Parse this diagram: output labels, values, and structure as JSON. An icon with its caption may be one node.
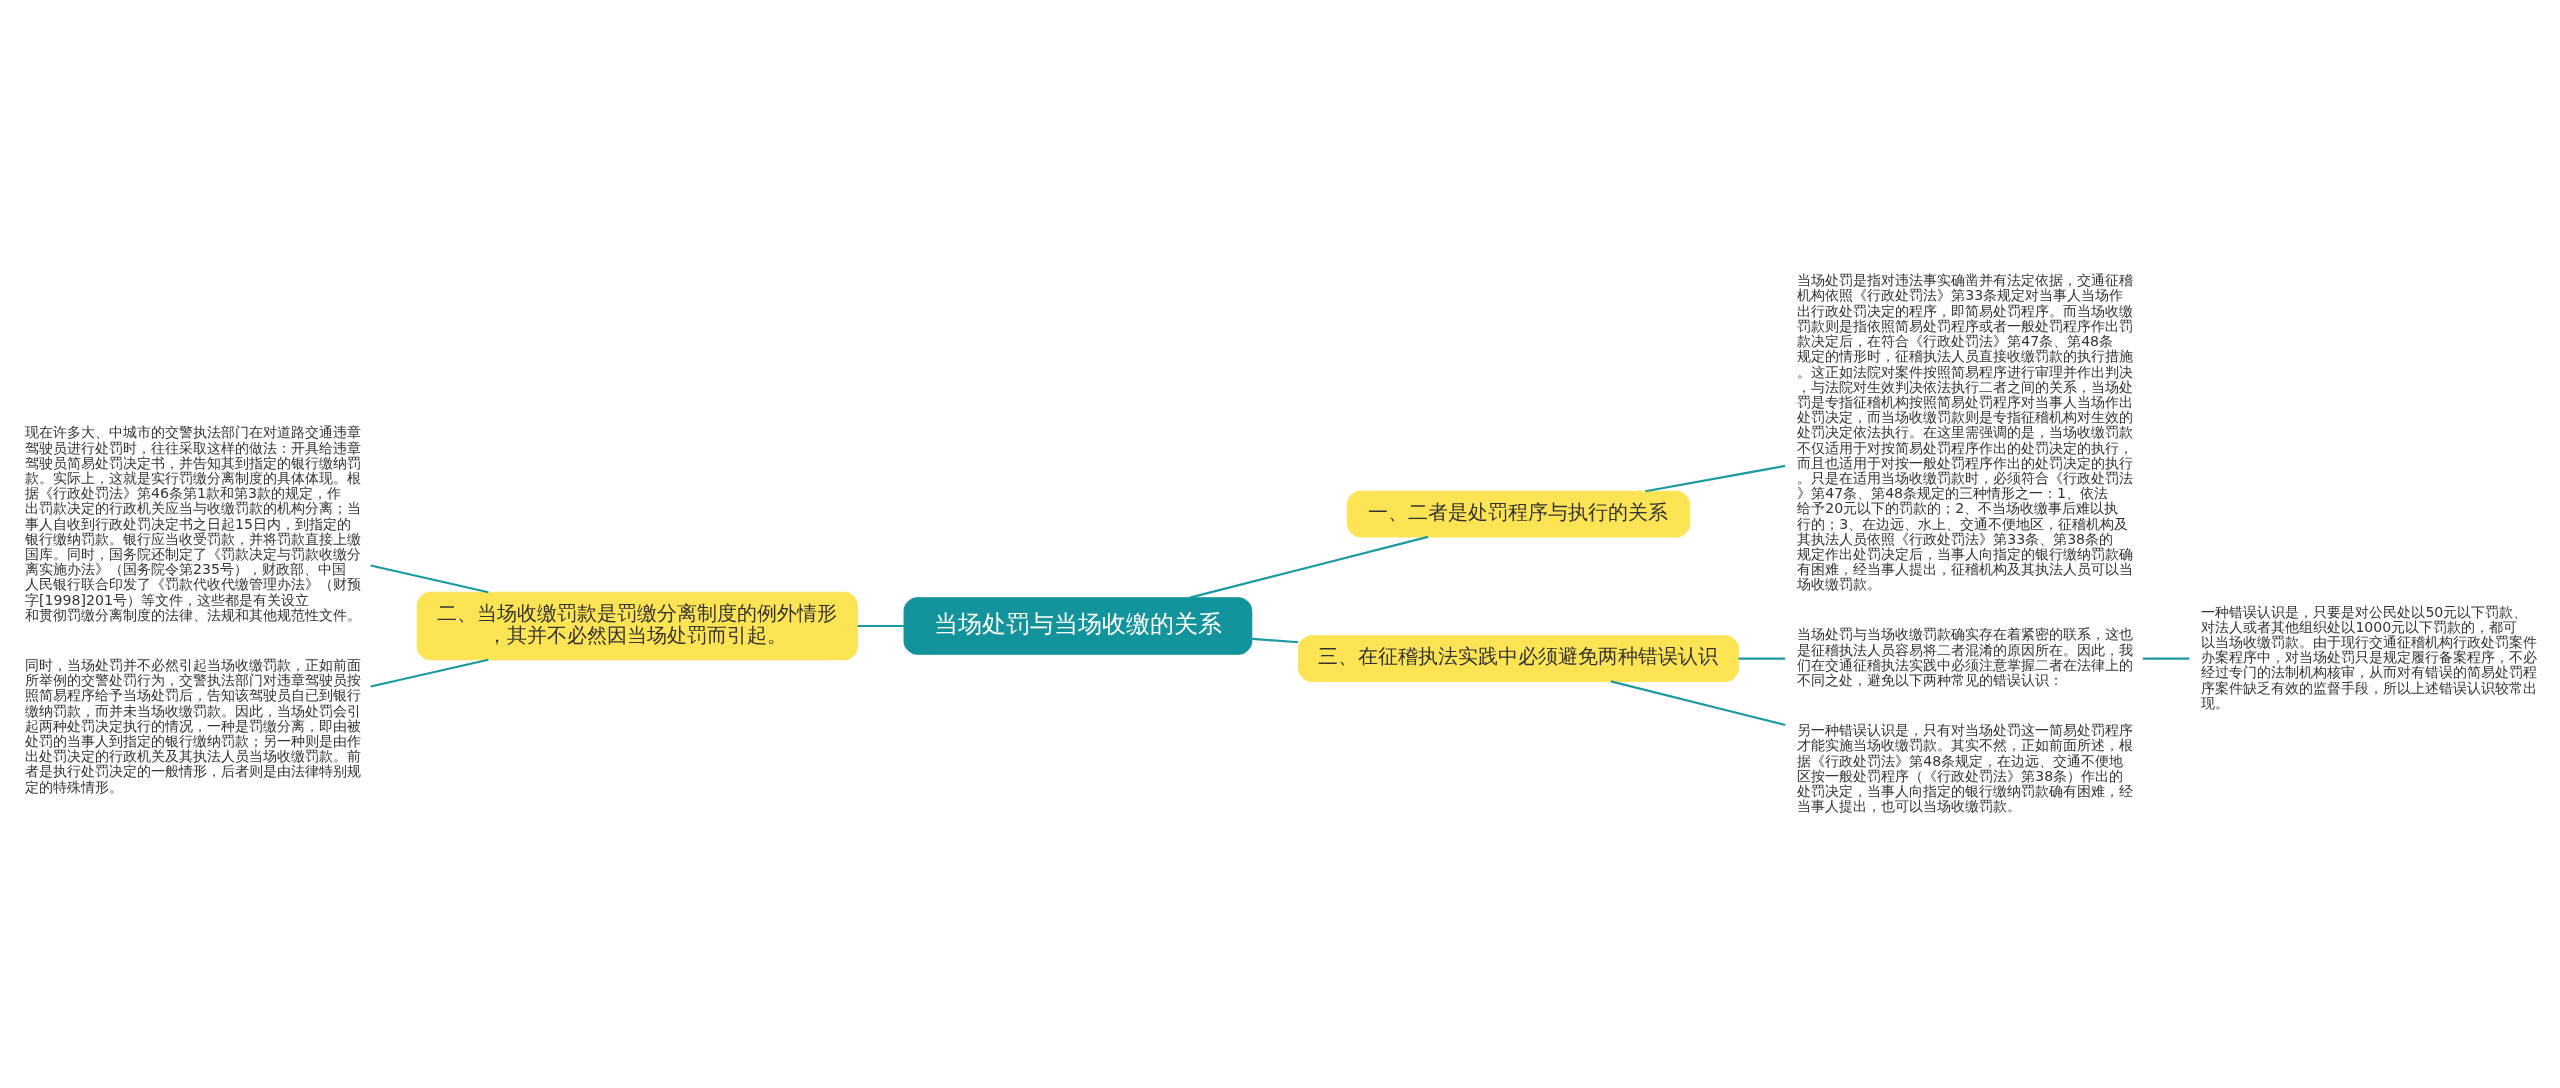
{
  "diagram": {
    "nodes": [
      {
        "text": [
          "当场处罚与当场收缴的关系"
        ]
      },
      {
        "text": [
          "一、二者是处罚程序与执行的关系"
        ]
      },
      {
        "text": [
          "当场处罚是指对违法事实确凿并有法定依据，交通征稽机构依照《行政处罚法》第33条规定对当事人当场作出行政处罚决定的程序，即简易处罚程序。而当场收缴罚款则是指依照简易处罚程序或者一般处罚程序作出罚款决定后，在符合《行政处罚法》第47条、第48条规定的情形时，征稽执法人员直接收缴罚款的执行措施。这正如法院对案件按照简易程序进行审理并作出判决，与法院对生效判决依法执行二者之间的关系，当场处罚是专指征稽机构按照简易处罚程序对当事人当场作出处罚决定，而当场收缴罚款则是专指征稽机构对生效的处罚决定依法执行。在这里需强调的是，当场收缴罚款不仅适用于对按简易处罚程序作出的处罚决定的执行，而且也适用于对按一般处罚程序作出的处罚决定的执行。只是在适用当场收缴罚款时，必须符合《行政处罚法》第47条、第48条规定的三种情形之一：1、依法给予20元以下的罚款的；2、不当场收缴事后难以执行的；3、在边远、水上、交通不便地区，征稽机构及其执法人员依照《行政处罚法》第33条、第38条的规定作出处罚决定后，当事人向指定的银行缴纳罚款确有困难，经当事人提出，征稽机构及其执法人员可以当场收缴罚款。"
        ]
      },
      {
        "text": [
          "二、当场收缴罚款是罚缴分离制度的例外情形，其并不必然因当场处罚而引起。"
        ]
      },
      {
        "text": [
          "现在许多大、中城市的交警执法部门在对道路交通违章驾驶员进行处罚时，往往采取这样的做法：开具给违章驾驶员简易处罚决定书，并告知其到指定的银行缴纳罚款。实际上，这就是实行罚缴分离制度的具体体现。根据《行政处罚法》第46条第1款和第3款的规定，作出罚款决定的行政机关应当与收缴罚款的机构分离；当事人自收到行政处罚决定书之日起15日内，到指定的银行缴纳罚款。银行应当收受罚款，并将罚款直接上缴国库。同时，国务院还制定了《罚款决定与罚款收缴分离实施办法》（国务院令第235号），财政部、中国人民银行联合印发了《罚款代收代缴管理办法》（财预字[1998]201号）等文件，这些都是有关设立和贯彻罚缴分离制度的法律、法规和其他规范性文件。"
        ]
      },
      {
        "text": [
          "同时，当场处罚并不必然引起当场收缴罚款，正如前面所举例的交警处罚行为，交警执法部门对违章驾驶员按照简易程序给予当场处罚后，告知该驾驶员自已到银行缴纳罚款，而并未当场收缴罚款。因此，当场处罚会引起两种处罚决定执行的情况，一种是罚缴分离，即由被处罚的当事人到指定的银行缴纳罚款；另一种则是由作出处罚决定的行政机关及其执法人员当场收缴罚款。前者是执行处罚决定的一般情形，后者则是由法律特别规定的特殊情形。"
        ]
      },
      {
        "text": [
          "三、在征稽执法实践中必须避免两种错误认识"
        ]
      },
      {
        "text": [
          "当场处罚与当场收缴罚款确实存在着紧密的联系，这也是征稽执法人员容易将二者混淆的原因所在。因此，我们在交通征稽执法实践中必须注意掌握二者在法律上的不同之处，避免以下两种常见的错误认识："
        ]
      },
      {
        "text": [
          "另一种错误认识是，只有对当场处罚这一简易处罚程序才能实施当场收缴罚款。其实不然，正如前面所述，根据《行政处罚法》第48条规定，在边远、交通不便地区按一般处罚程序（《行政处罚法》第38条）作出的处罚决定，当事人向指定的银行缴纳罚款确有困难，经当事人提出，也可以当场收缴罚款。"
        ]
      },
      {
        "text": [
          "一种错误认识是，只要是对公民处以50元以下罚款、对法人或者其他组织处以1000元以下罚款的，都可以当场收缴罚款。由于现行交通征稽机构行政处罚案件办案程序中，对当场处罚只是规定履行备案程序，不必经过专门的法制机构核审，从而对有错误的简易处罚程序案件缺乏有效的监督手段，所以上述错误认识较常出现。"
        ]
      }
    ],
    "edges": [
      {
        "from": 0,
        "to": 1,
        "arrow": "none"
      },
      {
        "from": 1,
        "to": 2,
        "arrow": "none"
      },
      {
        "from": 0,
        "to": 3,
        "arrow": "none"
      },
      {
        "from": 3,
        "to": 4,
        "arrow": "none"
      },
      {
        "from": 3,
        "to": 5,
        "arrow": "none"
      },
      {
        "from": 0,
        "to": 6,
        "arrow": "none"
      },
      {
        "from": 6,
        "to": 7,
        "arrow": "none"
      },
      {
        "from": 6,
        "to": 8,
        "arrow": "none"
      },
      {
        "from": 7,
        "to": 9,
        "arrow": "none"
      }
    ]
  }
}
